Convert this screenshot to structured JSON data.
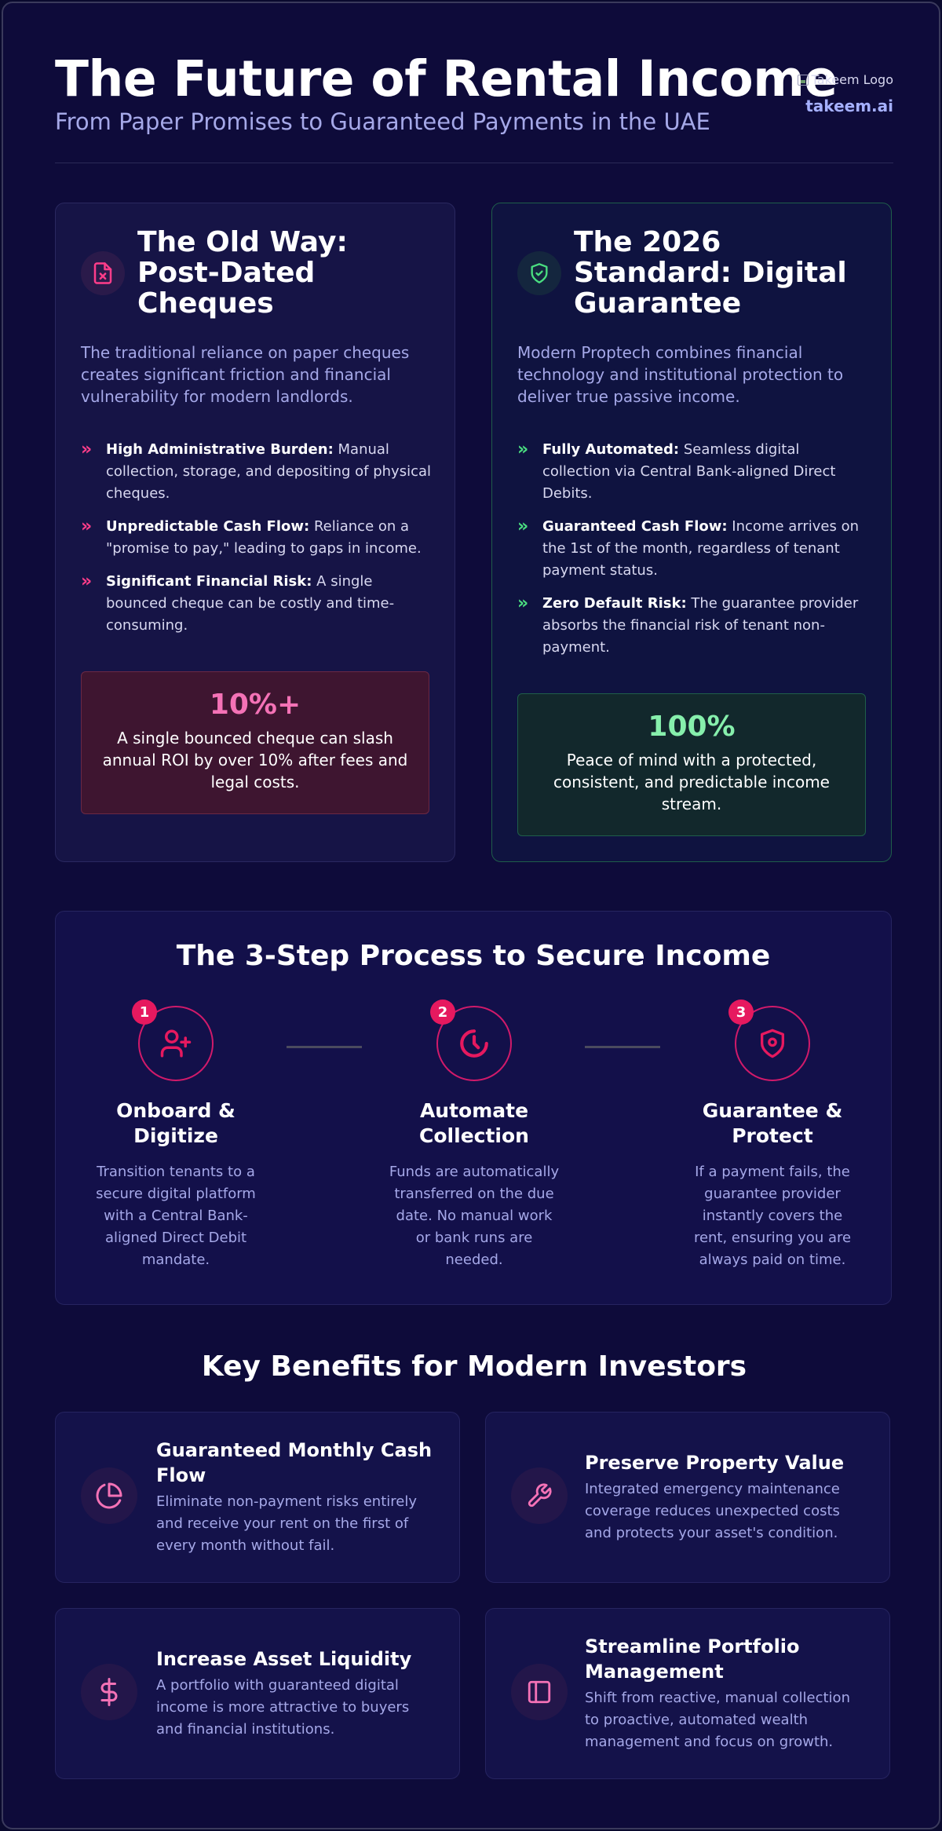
{
  "header": {
    "title": "The Future of Rental Income",
    "subtitle": "From Paper Promises to Guaranteed Payments in the UAE",
    "logo_alt": "Takeem Logo",
    "logo_text": "takeem.ai"
  },
  "old_way": {
    "icon": "file-x-icon",
    "title": "The Old Way: Post-Dated Cheques",
    "description": "The traditional reliance on paper cheques creates significant friction and financial vulnerability for modern landlords.",
    "bullets": [
      {
        "title": "High Administrative Burden:",
        "text": "Manual collection, storage, and depositing of physical cheques."
      },
      {
        "title": "Unpredictable Cash Flow:",
        "text": "Reliance on a \"promise to pay,\" leading to gaps in income."
      },
      {
        "title": "Significant Financial Risk:",
        "text": "A single bounced cheque can be costly and time-consuming."
      }
    ],
    "stat_value": "10%+",
    "stat_text": "A single bounced cheque can slash annual ROI by over 10% after fees and legal costs.",
    "accent": "#ff3d8a"
  },
  "new_way": {
    "icon": "shield-check-icon",
    "title": "The 2026 Standard: Digital Guarantee",
    "description": "Modern Proptech combines financial technology and institutional protection to deliver true passive income.",
    "bullets": [
      {
        "title": "Fully Automated:",
        "text": "Seamless digital collection via Central Bank-aligned Direct Debits."
      },
      {
        "title": "Guaranteed Cash Flow:",
        "text": "Income arrives on the 1st of the month, regardless of tenant payment status."
      },
      {
        "title": "Zero Default Risk:",
        "text": "The guarantee provider absorbs the financial risk of tenant non-payment."
      }
    ],
    "stat_value": "100%",
    "stat_text": "Peace of mind with a protected, consistent, and predictable income stream.",
    "accent": "#4ade80"
  },
  "process": {
    "title": "The 3-Step Process to Secure Income",
    "steps": [
      {
        "num": "1",
        "icon": "user-plus-icon",
        "title": "Onboard & Digitize",
        "desc": "Transition tenants to a secure digital platform with a Central Bank-aligned Direct Debit mandate."
      },
      {
        "num": "2",
        "icon": "clock-icon",
        "title": "Automate Collection",
        "desc": "Funds are automatically transferred on the due date. No manual work or bank runs are needed."
      },
      {
        "num": "3",
        "icon": "shield-icon",
        "title": "Guarantee & Protect",
        "desc": "If a payment fails, the guarantee provider instantly covers the rent, ensuring you are always paid on time."
      }
    ]
  },
  "benefits": {
    "title": "Key Benefits for Modern Investors",
    "items": [
      {
        "icon": "pie-chart-icon",
        "title": "Guaranteed Monthly Cash Flow",
        "desc": "Eliminate non-payment risks entirely and receive your rent on the first of every month without fail."
      },
      {
        "icon": "wrench-icon",
        "title": "Preserve Property Value",
        "desc": "Integrated emergency maintenance coverage reduces unexpected costs and protects your asset's condition."
      },
      {
        "icon": "dollar-icon",
        "title": "Increase Asset Liquidity",
        "desc": "A portfolio with guaranteed digital income is more attractive to buyers and financial institutions."
      },
      {
        "icon": "panel-icon",
        "title": "Streamline Portfolio Management",
        "desc": "Shift from reactive, manual collection to proactive, automated wealth management and focus on growth."
      }
    ]
  }
}
